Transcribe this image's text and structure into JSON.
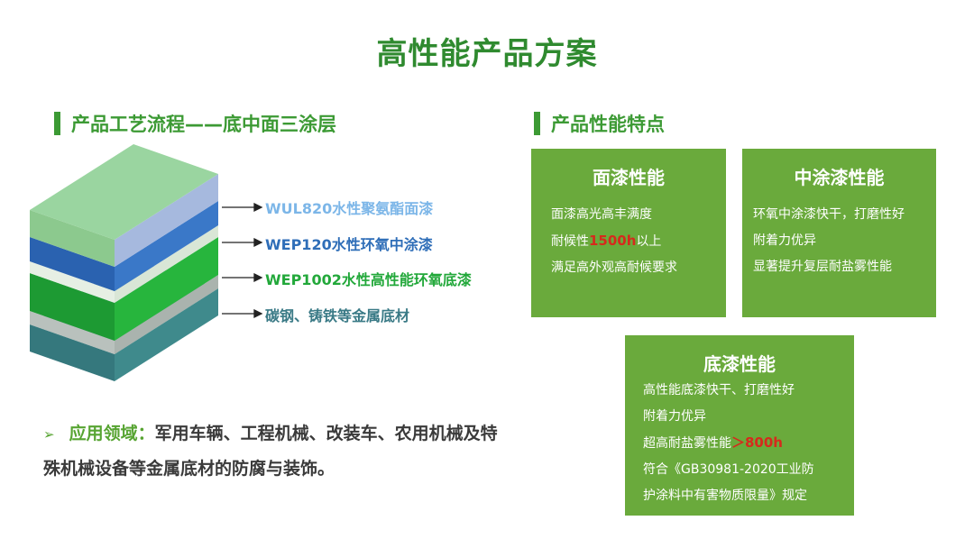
{
  "title": "高性能产品方案",
  "left_section": {
    "heading": "产品工艺流程——底中面三涂层",
    "layers": [
      {
        "label": "WUL820水性聚氨酯面漆",
        "color": "#7cb6e8"
      },
      {
        "label": "WEP120水性环氧中涂漆",
        "color": "#2f6eb8"
      },
      {
        "label": "WEP1002水性高性能环氧底漆",
        "color": "#22a83a"
      },
      {
        "label": "碳钢、铸铁等金属底材",
        "color": "#3a7a86"
      }
    ]
  },
  "right_section": {
    "heading": "产品性能特点",
    "cards": {
      "topcoat": {
        "title": "面漆性能",
        "line1": "面漆高光高丰满度",
        "line2_pre": "耐候性",
        "line2_hl": "1500h",
        "line2_post": "以上",
        "line3": "满足高外观高耐候要求"
      },
      "midcoat": {
        "title": "中涂漆性能",
        "line1": "环氧中涂漆快干，打磨性好",
        "line2": "附着力优异",
        "line3": "显著提升复层耐盐雾性能"
      },
      "primer": {
        "title": "底漆性能",
        "line1": "高性能底漆快干、打磨性好",
        "line2": "附着力优异",
        "line3_pre": "超高耐盐雾性能",
        "line3_hl": "＞800h",
        "line4": "符合《GB30981-2020工业防",
        "line5": "护涂料中有害物质限量》规定"
      }
    }
  },
  "application": {
    "label": "应用领域：",
    "text": "军用车辆、工程机械、改装车、农用机械及特殊机械设备等金属底材的防腐与装饰。"
  },
  "colors": {
    "accent_green": "#3c9a34",
    "card_green": "#6aaa3c",
    "highlight_red": "#d62a1c"
  }
}
